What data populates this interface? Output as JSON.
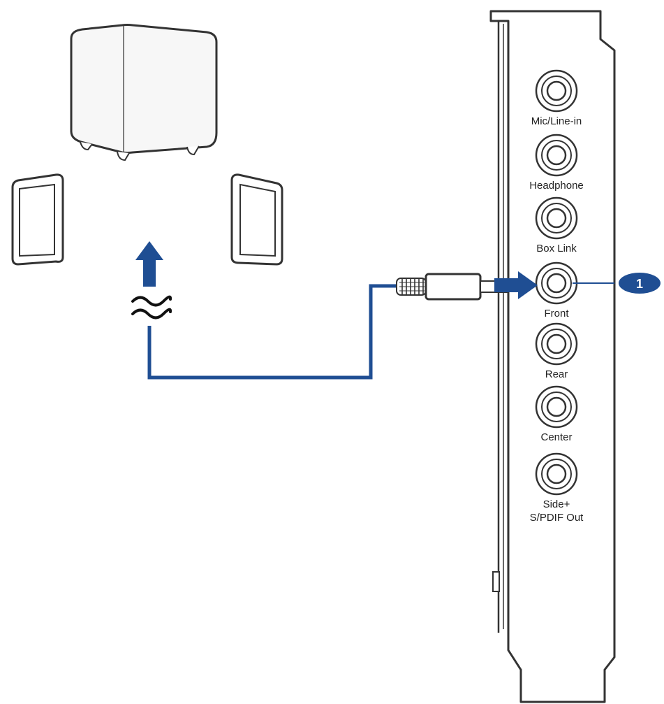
{
  "colors": {
    "cable": "#1f4e93",
    "arrow": "#1f4e93",
    "callout": "#1f4e93",
    "outline": "#333333",
    "device_fill": "#f7f7f7"
  },
  "icons": {
    "subwoofer": "subwoofer-icon",
    "left_speaker": "speaker-left-icon",
    "right_speaker": "speaker-right-icon",
    "signal": "signal-wave-icon"
  },
  "jacks": [
    {
      "label": "Mic/Line-in"
    },
    {
      "label": "Headphone"
    },
    {
      "label": "Box Link"
    },
    {
      "label": "Front"
    },
    {
      "label": "Rear"
    },
    {
      "label": "Center"
    },
    {
      "label": "Side+",
      "label2": "S/PDIF Out"
    }
  ],
  "connected_jack": "Front",
  "callout": {
    "number": "1"
  }
}
